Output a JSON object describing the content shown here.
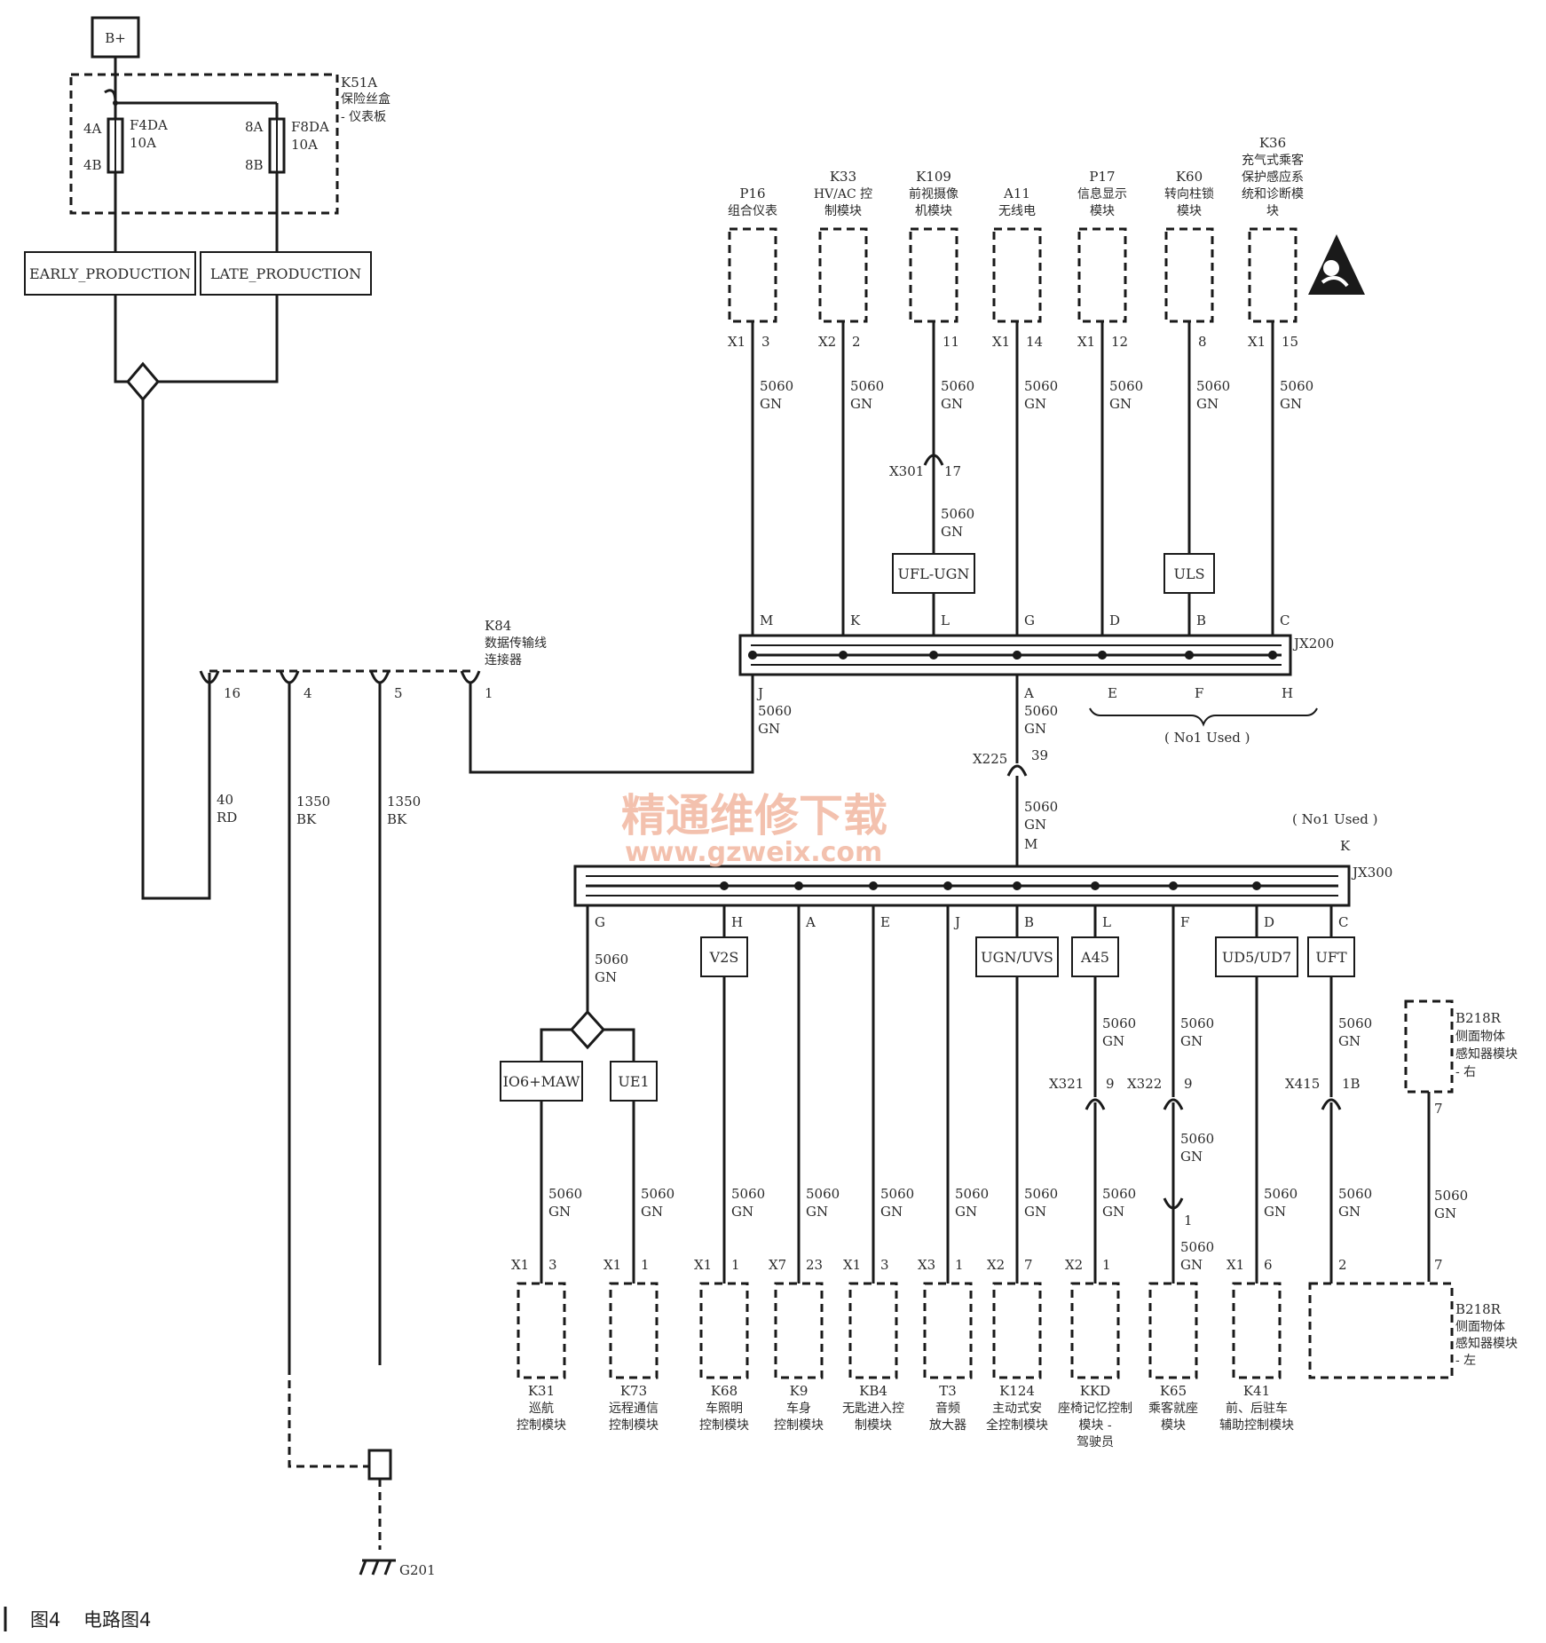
{
  "power": {
    "label": "B+"
  },
  "fuse_box": {
    "id": "K51A",
    "name_lines": [
      "保险丝盒",
      "- 仪表板"
    ],
    "fuses": [
      {
        "name": "F4DA",
        "rating": "10A",
        "pin_in": "4A",
        "pin_out": "4B"
      },
      {
        "name": "F8DA",
        "rating": "10A",
        "pin_in": "8A",
        "pin_out": "8B"
      }
    ]
  },
  "production_options": [
    "EARLY_PRODUCTION",
    "LATE_PRODUCTION"
  ],
  "dlc": {
    "id": "K84",
    "name_lines": [
      "数据传输线",
      "连接器"
    ],
    "pins": [
      {
        "pin": "16",
        "wire": "40",
        "color": "RD"
      },
      {
        "pin": "4",
        "wire": "1350",
        "color": "BK"
      },
      {
        "pin": "5",
        "wire": "1350",
        "color": "BK"
      },
      {
        "pin": "1"
      }
    ]
  },
  "ground": {
    "label": "G201"
  },
  "top_modules": [
    {
      "id": "P16",
      "name_lines": [
        "组合仪表"
      ],
      "conn": "X1",
      "pin": "3",
      "jx_pin": "M"
    },
    {
      "id": "K33",
      "name_lines": [
        "HV/AC 控",
        "制模块"
      ],
      "conn": "X2",
      "pin": "2",
      "jx_pin": "K"
    },
    {
      "id": "K109",
      "name_lines": [
        "前视摄像",
        "机模块"
      ],
      "conn": "",
      "pin": "11",
      "jx_pin": "L",
      "inline": {
        "conn": "X301",
        "pin": "17"
      },
      "option": "UFL-UGN"
    },
    {
      "id": "A11",
      "name_lines": [
        "无线电"
      ],
      "conn": "X1",
      "pin": "14",
      "jx_pin": "G"
    },
    {
      "id": "P17",
      "name_lines": [
        "信息显示",
        "模块"
      ],
      "conn": "X1",
      "pin": "12",
      "jx_pin": "D"
    },
    {
      "id": "K60",
      "name_lines": [
        "转向柱锁",
        "模块"
      ],
      "conn": "",
      "pin": "8",
      "jx_pin": "B",
      "option": "ULS"
    },
    {
      "id": "K36",
      "name_lines": [
        "充气式乘客",
        "保护感应系",
        "统和诊断模",
        "块"
      ],
      "conn": "X1",
      "pin": "15",
      "jx_pin": "C"
    }
  ],
  "wire": {
    "circuit": "5060",
    "color": "GN"
  },
  "jx200": {
    "label": "JX200",
    "bottom_pins": [
      "J",
      "A",
      "E",
      "F",
      "H"
    ],
    "not_used": "( No1 Used )"
  },
  "x225": {
    "conn": "X225",
    "pin": "39"
  },
  "jx300": {
    "label": "JX300",
    "top_pin": "M",
    "top_pin_k": "K",
    "not_used": "( No1 Used )"
  },
  "bottom_modules": [
    {
      "id": "K31",
      "name_lines": [
        "巡航",
        "控制模块"
      ],
      "conn": "X1",
      "pin": "3",
      "jx_pin": "G",
      "option": "IO6+MAW"
    },
    {
      "id": "K73",
      "name_lines": [
        "远程通信",
        "控制模块"
      ],
      "conn": "X1",
      "pin": "1",
      "jx_pin": "G",
      "option": "UE1"
    },
    {
      "id": "K68",
      "name_lines": [
        "车照明",
        "控制模块"
      ],
      "conn": "X1",
      "pin": "1",
      "jx_pin": "H",
      "option": "V2S"
    },
    {
      "id": "K9",
      "name_lines": [
        "车身",
        "控制模块"
      ],
      "conn": "X7",
      "pin": "23",
      "jx_pin": "A"
    },
    {
      "id": "KB4",
      "name_lines": [
        "无匙进入控",
        "制模块"
      ],
      "conn": "X1",
      "pin": "3",
      "jx_pin": "E"
    },
    {
      "id": "T3",
      "name_lines": [
        "音频",
        "放大器"
      ],
      "conn": "X3",
      "pin": "1",
      "jx_pin": "J"
    },
    {
      "id": "K124",
      "name_lines": [
        "主动式安",
        "全控制模块"
      ],
      "conn": "X2",
      "pin": "7",
      "jx_pin": "B",
      "option": "UGN/UVS"
    },
    {
      "id": "KKD",
      "name_lines": [
        "座椅记忆控制",
        "模块 -",
        "驾驶员"
      ],
      "conn": "X2",
      "pin": "1",
      "jx_pin": "L",
      "option": "A45",
      "inline": {
        "conn": "X321",
        "pin": "9"
      }
    },
    {
      "id": "K65",
      "name_lines": [
        "乘客就座",
        "模块"
      ],
      "conn": "",
      "pin": "",
      "jx_pin": "F",
      "inline": {
        "conn": "X322",
        "pin": "9",
        "pin2": "1"
      }
    },
    {
      "id": "K41",
      "name_lines": [
        "前、后驻车",
        "辅助控制模块"
      ],
      "conn": "X1",
      "pin": "6",
      "jx_pin": "D",
      "option": "UD5/UD7"
    },
    {
      "id": "B218L",
      "name_lines": [
        "B218R",
        "侧面物体",
        "感知器模块",
        "- 左"
      ],
      "conn": "",
      "pin": "2",
      "pin_b": "7",
      "jx_pin": "C",
      "option": "UFT",
      "inline": {
        "conn": "X415",
        "pin": "1B"
      }
    }
  ],
  "b218r_top": {
    "name_lines": [
      "B218R",
      "侧面物体",
      "感知器模块",
      "- 右"
    ],
    "pin": "7"
  },
  "watermark": {
    "line1": "精通维修下载",
    "line2": "www.gzweix.com"
  },
  "caption": {
    "fig": "图4",
    "title": "电路图4"
  }
}
